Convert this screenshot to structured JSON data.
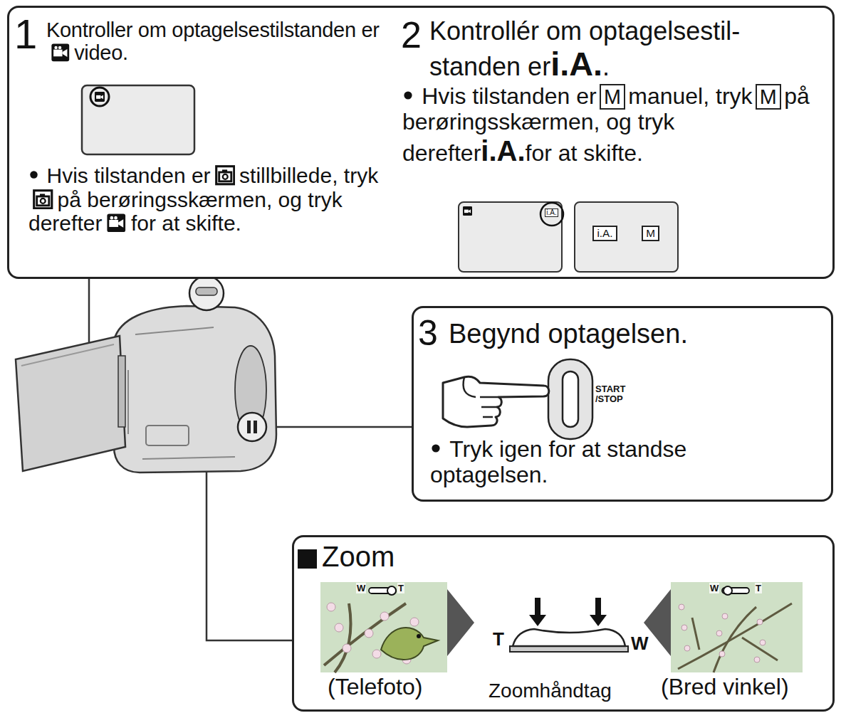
{
  "diagram": {
    "nodes": [
      {
        "text": [
          "1",
          "Kontroller om optagelsestilstanden er",
          "video.",
          "Hvis tilstanden er",
          "stillbillede, tryk",
          "på berøringsskærmen, og tryk derefter",
          "for at skifte.",
          "2",
          "Kontrollér om optagelsestil- standen er",
          "i.A.",
          ".",
          "Hvis tilstanden er",
          "M",
          "manuel, tryk",
          "M",
          "på berøringsskærmen, og tryk derefter",
          "i.A.",
          "for at skifte."
        ]
      },
      {
        "text": [
          "i.A."
        ],
        "in": 0
      },
      {
        "text": [
          "i.A.",
          "M"
        ],
        "in": 0
      },
      {
        "text": [
          "3",
          "Begynd optagelsen.",
          "START /STOP",
          "Tryk igen for at standse optagelsen."
        ]
      },
      {
        "text": [
          "Zoom",
          "W",
          "T",
          "T",
          "W",
          "W",
          "T",
          "(Telefoto)",
          "Zoomhåndtag",
          "(Bred vinkel)"
        ]
      }
    ]
  }
}
